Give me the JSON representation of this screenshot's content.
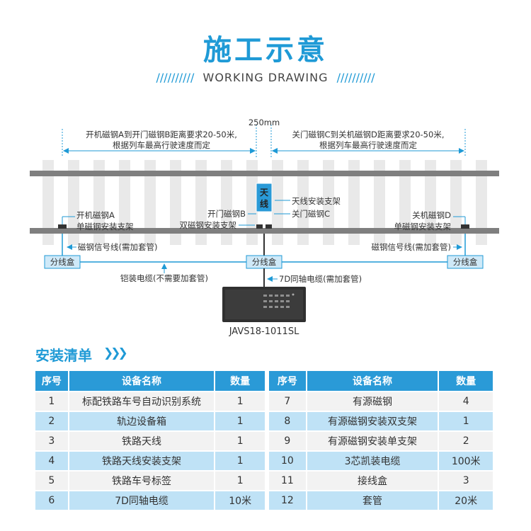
{
  "title": "施工示意",
  "subtitle": "WORKING DRAWING",
  "subtitle_slashes": "//////////",
  "diagram": {
    "spacing_label": "250mm",
    "left_requirement": [
      "开机磁钢A到开门磁钢B距离要求20-50米,",
      "根据列车最高行驶速度而定"
    ],
    "right_requirement": [
      "关门磁钢C到关机磁钢D距离要求20-50米,",
      "根据列车最高行驶速度而定"
    ],
    "antenna_label": "天线",
    "antenna_mount_label": "天线安装支架",
    "magnet_b_label": "开门磁钢B",
    "magnet_c_label": "关门磁钢C",
    "double_mount_label": "双磁钢安装支架",
    "magnet_a_label": "开机磁钢A",
    "single_mount_left_label": "单磁钢安装支架",
    "magnet_d_label": "关机磁钢D",
    "single_mount_right_label": "单磁钢安装支架",
    "signal_line_left": "磁钢信号线(需加套管)",
    "signal_line_right": "磁钢信号线(需加套管)",
    "junction_box_label": "分线盒",
    "armored_cable_label": "铠装电缆(不需要加套管)",
    "coax_label": "7D同轴电缆(需加套管)",
    "device_model": "JAVS18-1011SL",
    "colors": {
      "accent": "#1f9ad6",
      "rail": "#7f7f7f",
      "sleeper": "#e9e9e9",
      "device": "#303030"
    }
  },
  "list": {
    "title": "安装清单",
    "arrows": "❯❯❯",
    "headers": [
      "序号",
      "设备名称",
      "数量",
      "序号",
      "设备名称",
      "数量"
    ],
    "left_rows": [
      [
        "1",
        "标配铁路车号自动识别系统",
        "1"
      ],
      [
        "2",
        "轨边设备箱",
        "1"
      ],
      [
        "3",
        "铁路天线",
        "1"
      ],
      [
        "4",
        "铁路天线安装支架",
        "1"
      ],
      [
        "5",
        "铁路车号标签",
        "1"
      ],
      [
        "6",
        "7D同轴电缆",
        "10米"
      ]
    ],
    "right_rows": [
      [
        "7",
        "有源磁钢",
        "4"
      ],
      [
        "8",
        "有源磁钢安装双支架",
        "1"
      ],
      [
        "9",
        "有源磁钢安装单支架",
        "2"
      ],
      [
        "10",
        "3芯凯装电缆",
        "100米"
      ],
      [
        "11",
        "接线盒",
        "3"
      ],
      [
        "12",
        "套管",
        "20米"
      ]
    ]
  }
}
